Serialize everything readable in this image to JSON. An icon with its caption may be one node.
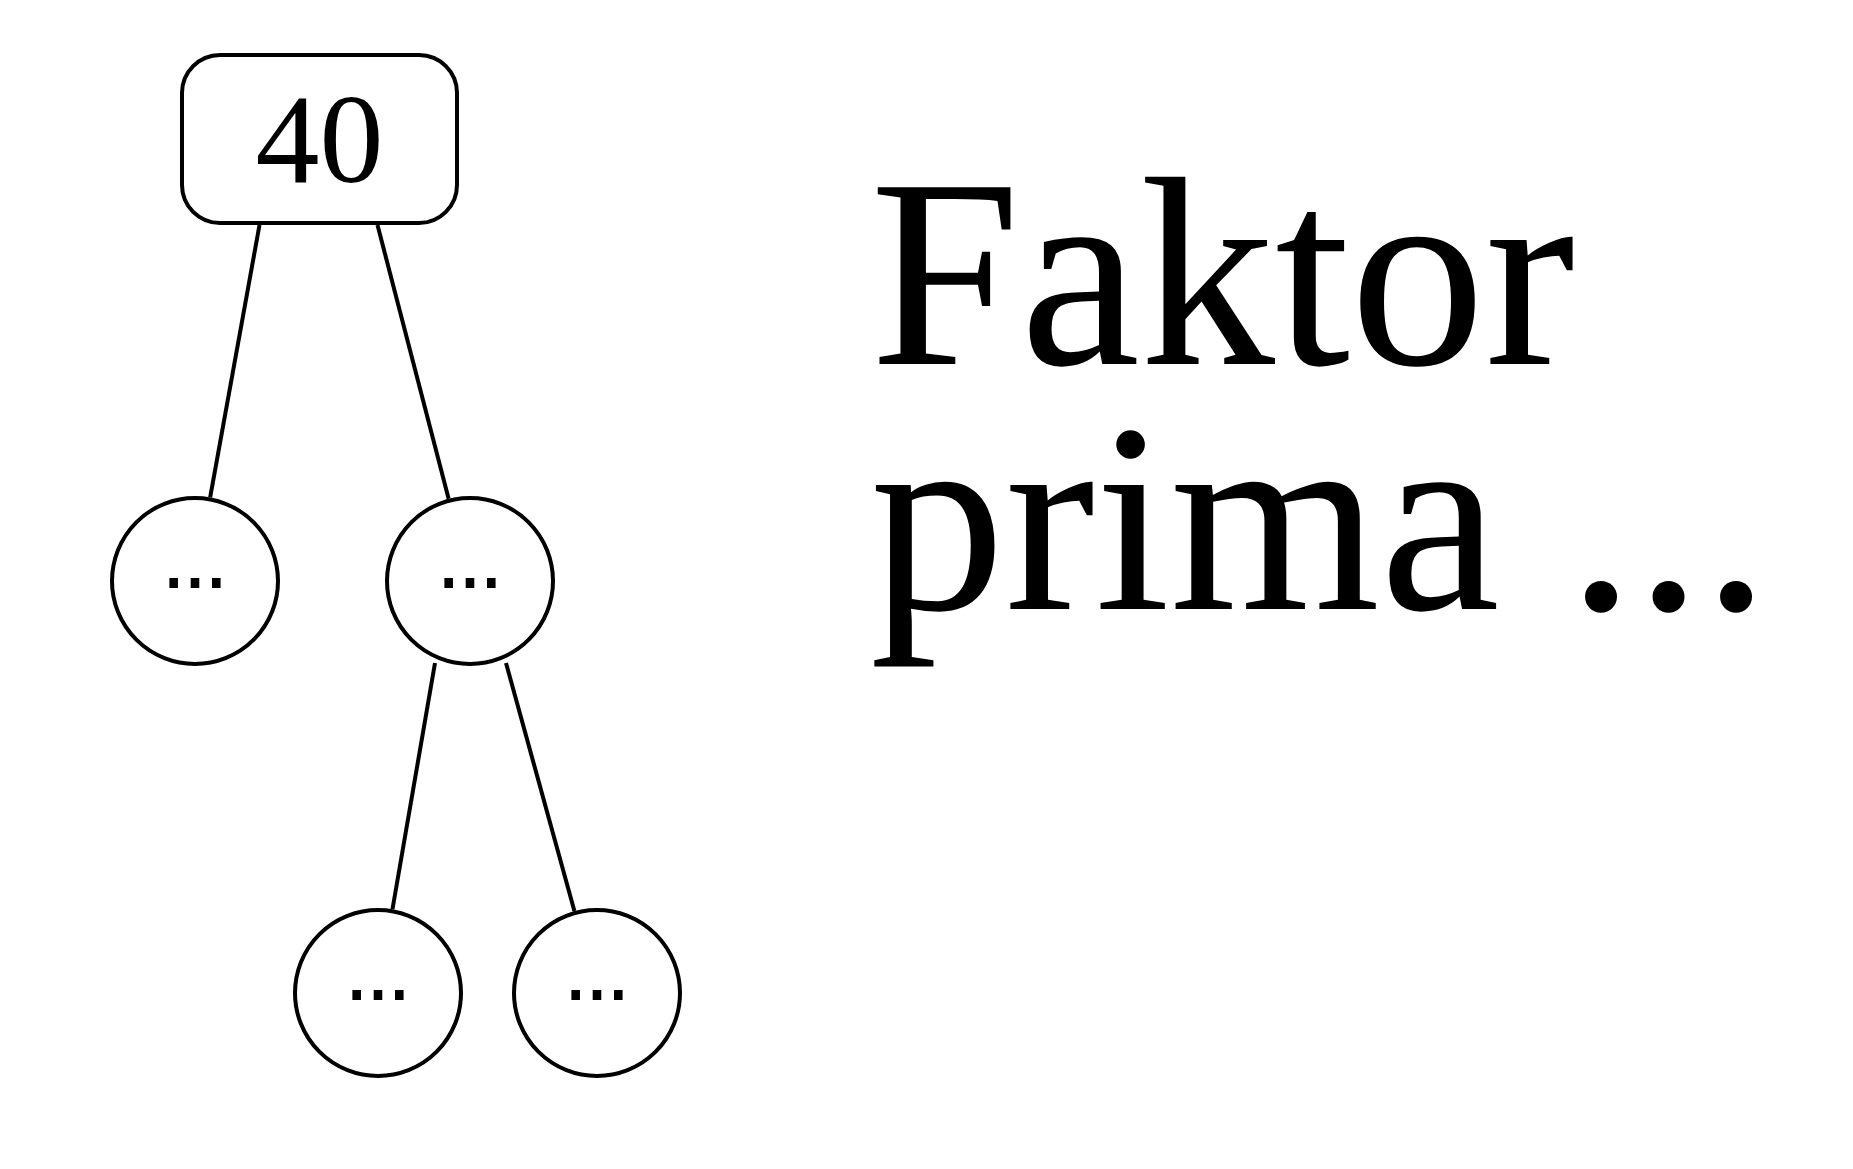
{
  "diagram": {
    "title": "Faktor prima ...",
    "nodes": [
      {
        "text": [
          "40"
        ]
      },
      {
        "text": [
          "⋯"
        ]
      },
      {
        "text": [
          "⋯"
        ]
      },
      {
        "text": [
          "⋯"
        ]
      },
      {
        "text": [
          "⋯"
        ]
      }
    ],
    "edges": [
      {
        "from": 0,
        "to": 1,
        "arrow": "none"
      },
      {
        "from": 0,
        "to": 2,
        "arrow": "none"
      },
      {
        "from": 2,
        "to": 3,
        "arrow": "none"
      },
      {
        "from": 2,
        "to": 4,
        "arrow": "none"
      }
    ]
  }
}
